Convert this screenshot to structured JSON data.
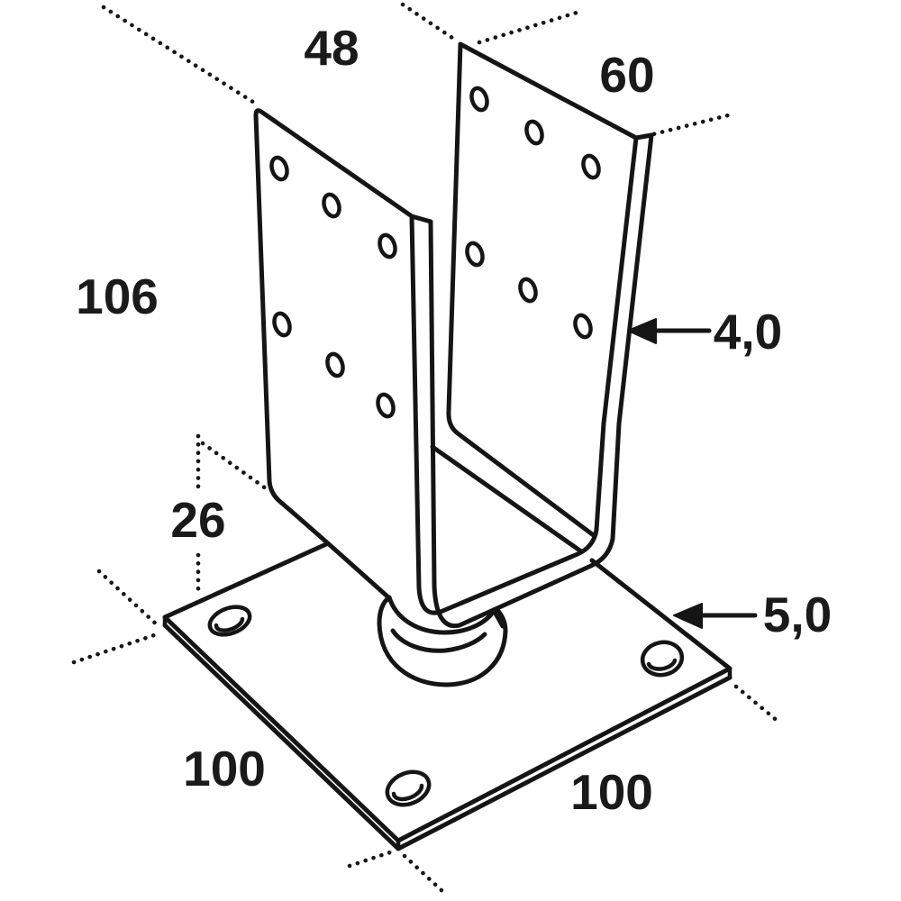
{
  "drawing": {
    "type": "technical-dimension-drawing",
    "subject": "U-shaped post support bracket on base plate with pedestal",
    "line_color": "#151515",
    "background_color": "#ffffff"
  },
  "dimensions": {
    "gap_top": "48",
    "plate_width": "60",
    "plate_height": "106",
    "pedestal_height": "26",
    "plate_thickness": "4,0",
    "base_thickness": "5,0",
    "base_width_left": "100",
    "base_width_right": "100"
  }
}
